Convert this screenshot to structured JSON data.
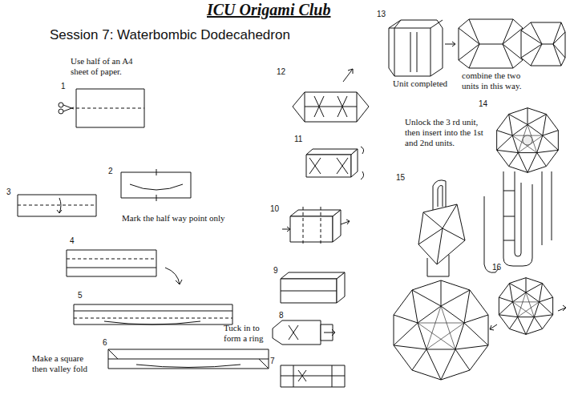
{
  "diagram": {
    "title": "ICU Origami Club",
    "labels": [
      "Session 7:  Waterbombic Dodecahedron",
      "Use half of an A4 sheet of paper.",
      "1",
      "2",
      "3",
      "Mark the half way point only",
      "4",
      "5",
      "6",
      "Make a square then valley fold",
      "7",
      "8",
      "Tuck in to form a ring",
      "9",
      "10",
      "11",
      "12",
      "13",
      "Unit completed",
      "combine the two units in this way.",
      "14",
      "Unlock the 3 rd unit, then insert into the 1st and 2nd units.",
      "15",
      "16"
    ]
  }
}
